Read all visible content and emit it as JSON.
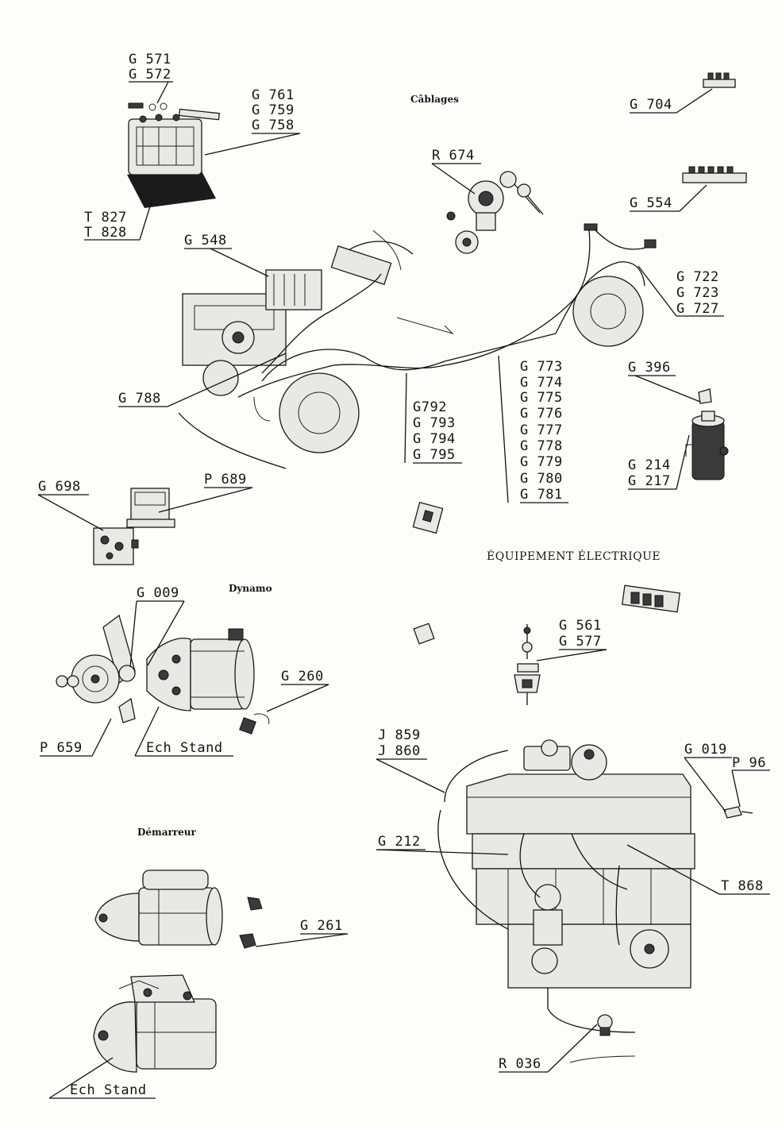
{
  "sections": {
    "cablages": "Câblages",
    "dynamo": "Dynamo",
    "demarreur": "Démarreur",
    "equipement": "ÉQUIPEMENT ÉLECTRIQUE"
  },
  "labels": {
    "g571": "G 571",
    "g572": "G 572",
    "g761": "G 761",
    "g759": "G 759",
    "g758": "G 758",
    "t827": "T 827",
    "t828": "T 828",
    "r674": "R 674",
    "g704": "G 704",
    "g554": "G 554",
    "g548": "G 548",
    "g722": "G 722",
    "g723": "G 723",
    "g727": "G 727",
    "g773": "G 773",
    "g774": "G 774",
    "g775": "G 775",
    "g776": "G 776",
    "g777": "G 777",
    "g778": "G 778",
    "g779": "G 779",
    "g780": "G 780",
    "g781": "G 781",
    "g396": "G 396",
    "g788": "G 788",
    "g792": "G792",
    "g793": "G 793",
    "g794": "G 794",
    "g795": "G 795",
    "g214": "G 214",
    "g217": "G 217",
    "g698": "G 698",
    "p689": "P 689",
    "g009": "G 009",
    "g260": "G 260",
    "p659": "P 659",
    "ech_stand_1": "Ech Stand",
    "g561": "G 561",
    "g577": "G 577",
    "j859": "J 859",
    "j860": "J 860",
    "g019": "G 019",
    "p96": "P 96",
    "g212": "G 212",
    "t868": "T 868",
    "g261": "G 261",
    "r036": "R 036",
    "ech_stand_2": "Ech Stand"
  }
}
